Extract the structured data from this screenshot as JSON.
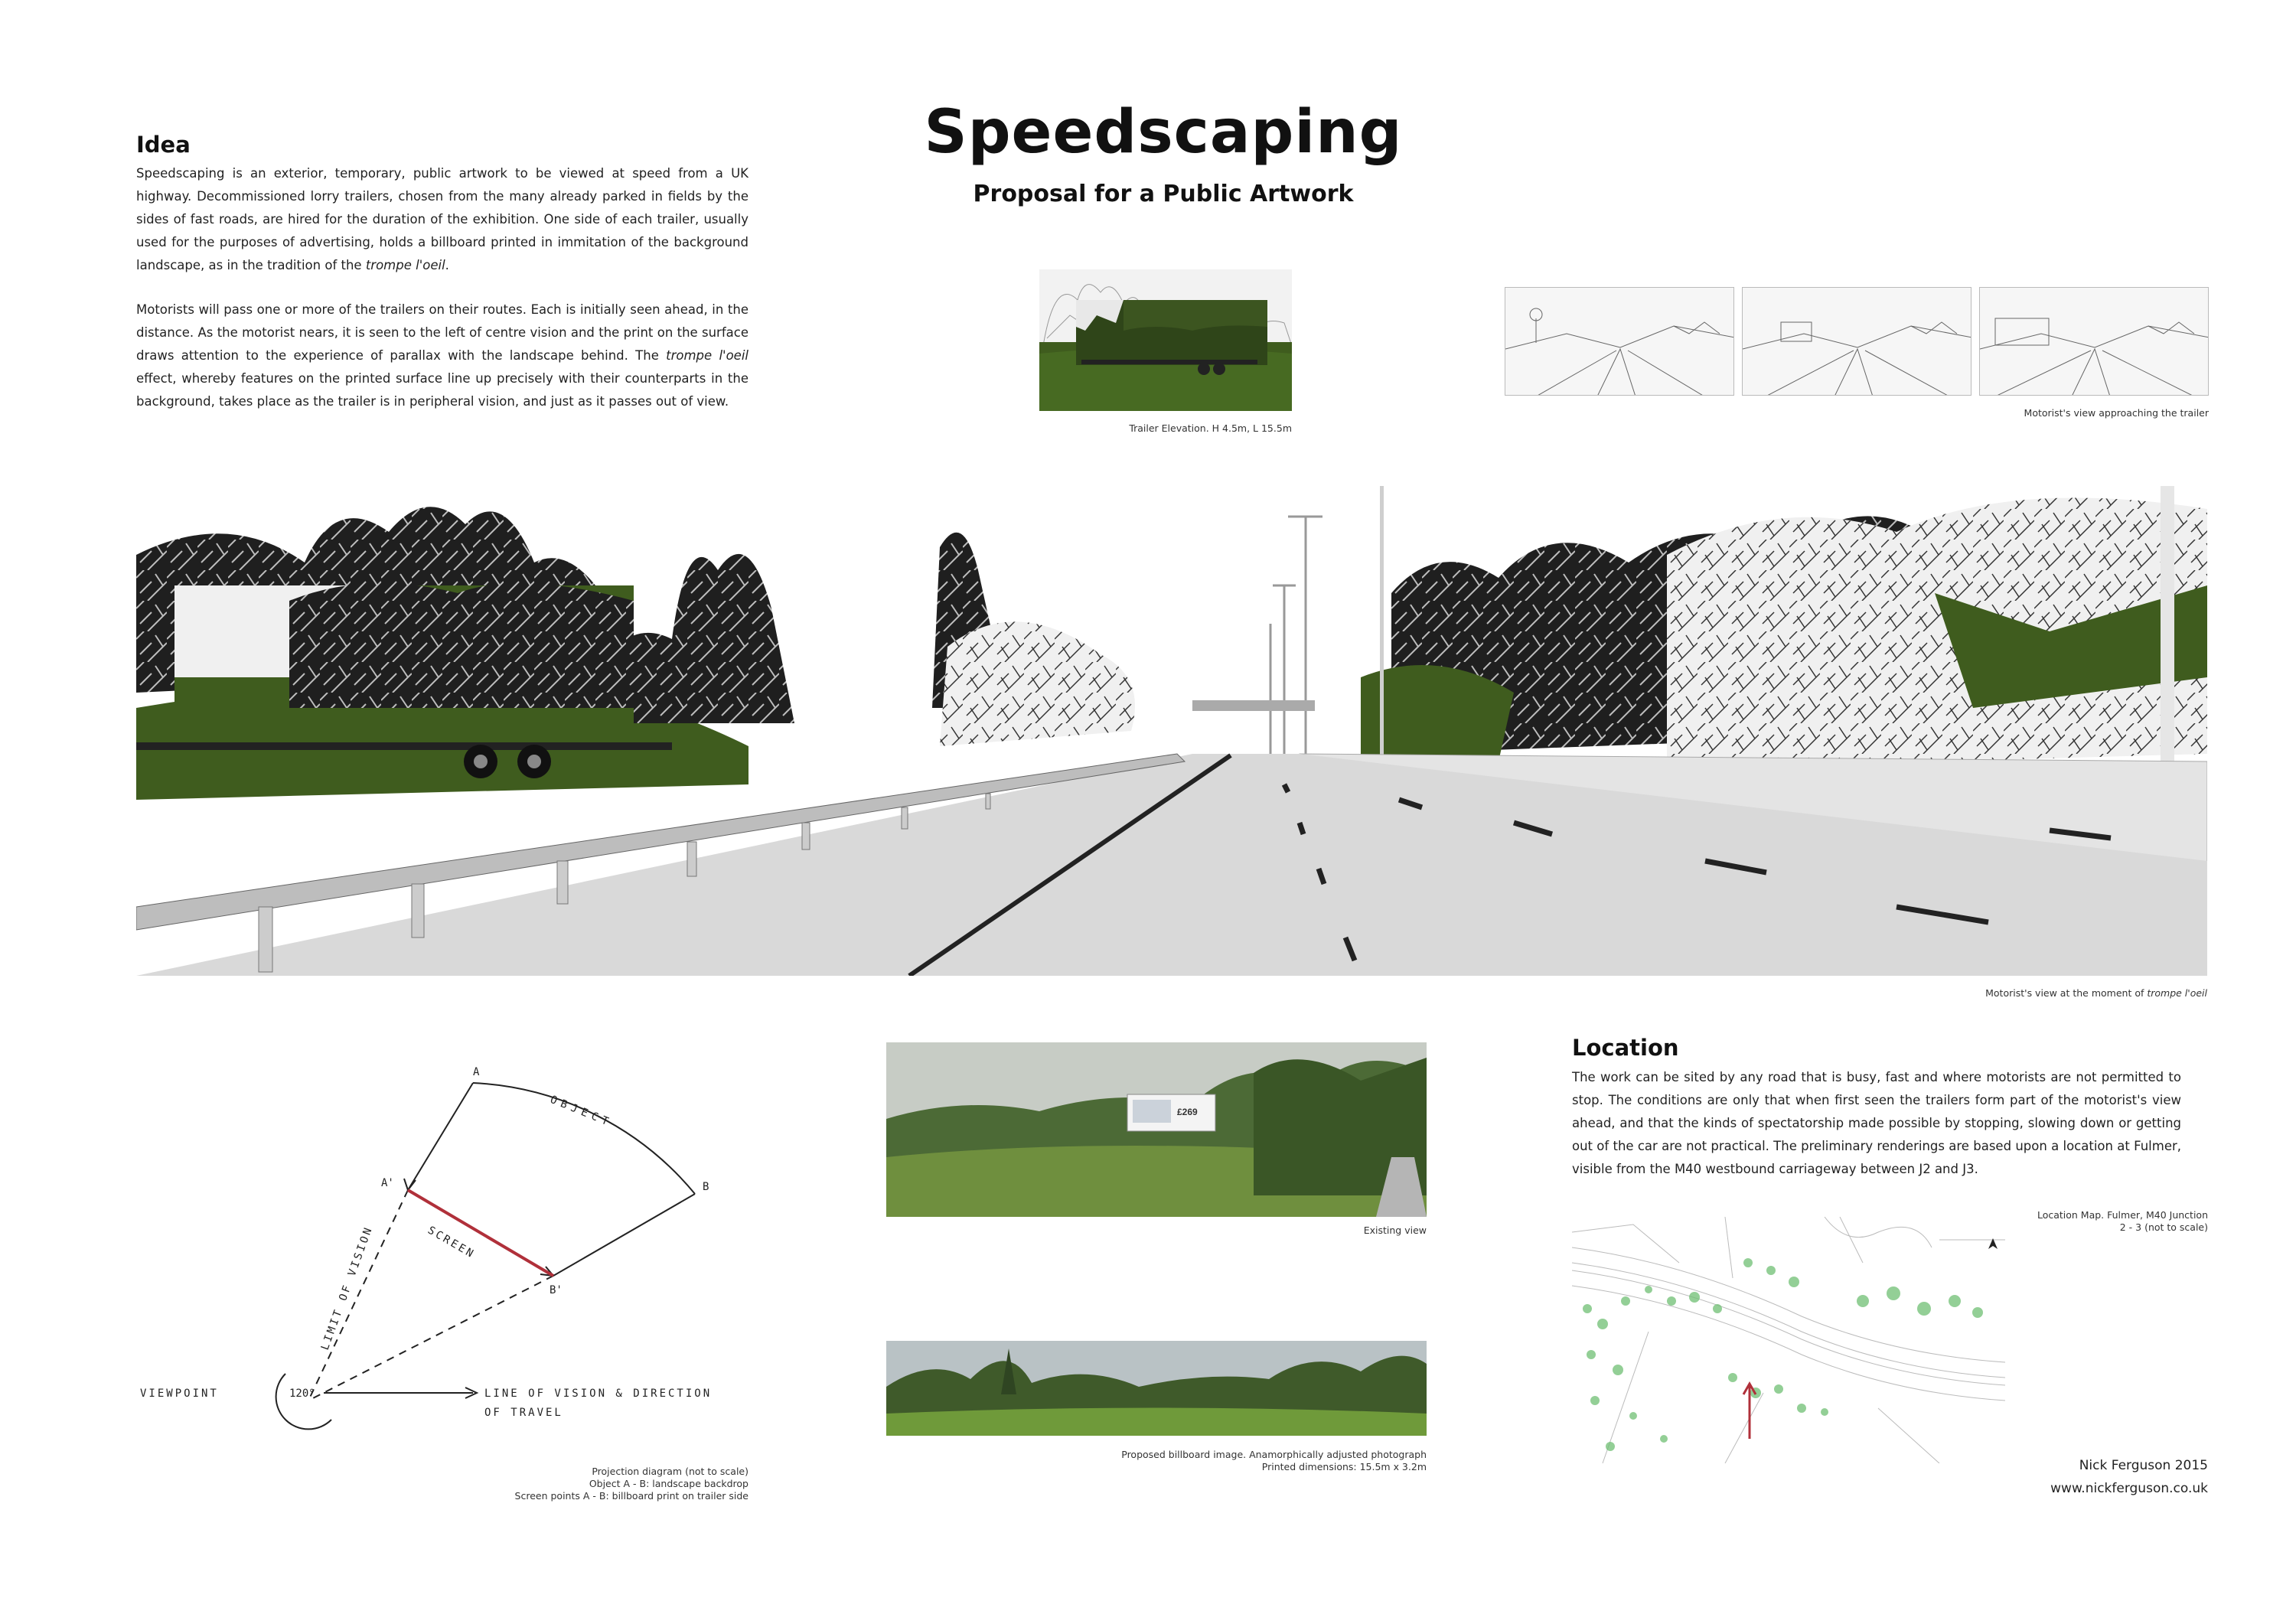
{
  "header": {
    "title": "Speedscaping",
    "subtitle": "Proposal for a Public Artwork"
  },
  "idea": {
    "heading": "Idea",
    "paragraph1_a": "Speedscaping is an exterior, temporary, public artwork to be viewed at speed from a UK highway. Decommissioned lorry trailers, chosen from the many already parked in fields by the sides of fast roads, are hired for the duration of the exhibition. One side of each trailer, usually used for the purposes of advertising, holds a billboard printed in immitation of the background landscape, as in the tradition of the ",
    "paragraph1_em": "trompe l'oeil",
    "paragraph1_b": ".",
    "paragraph2_a": "Motorists will pass one or more of the trailers on their routes. Each is initially seen ahead, in the distance. As the motorist nears, it is seen to the left of centre vision and the print on the surface draws attention to the experience of parallax with the landscape behind. The ",
    "paragraph2_em": "trompe l'oeil",
    "paragraph2_b": " effect, whereby features on the printed surface line up precisely with their counterparts in the background, takes place as the trailer is in peripheral vision, and just as it passes out of view."
  },
  "figures": {
    "trailer_caption": "Trailer Elevation. H 4.5m, L 15.5m",
    "approach_caption": "Motorist's view approaching the trailer",
    "main_caption_a": "Motorist's view at the moment of ",
    "main_caption_em": "trompe l'oeil",
    "existing_caption": "Existing view",
    "billboard_caption_1": "Proposed billboard image. Anamorphically adjusted photograph",
    "billboard_caption_2": "Printed dimensions: 15.5m x 3.2m",
    "projection_caption_1": "Projection diagram (not to scale)",
    "projection_caption_2": "Object A - B: landscape backdrop",
    "projection_caption_3": "Screen points A - B: billboard print on trailer side",
    "map_caption_1": "Location Map. Fulmer, M40 Junction",
    "map_caption_2": "2 - 3 (not to scale)"
  },
  "diagram": {
    "label_a": "A",
    "label_b": "B",
    "label_a_prime": "A'",
    "label_b_prime": "B'",
    "label_object": "OBJECT",
    "label_screen": "SCREEN",
    "label_limit": "LIMIT OF VISION",
    "label_viewpoint": "VIEWPOINT",
    "label_angle": "120°",
    "label_line_1": "LINE OF VISION & DIRECTION",
    "label_line_2": "OF TRAVEL"
  },
  "billboard_ad_text": "£269",
  "location": {
    "heading": "Location",
    "paragraph": "The work can be sited by any road that is busy, fast and where motorists are not permitted to stop. The conditions are only that when first seen the trailers form part of the motorist's view ahead, and that the kinds of spectatorship made possible by stopping, slowing down or getting out of the car are not practical. The preliminary renderings are based upon a location at Fulmer, visible from the M40 westbound carriageway between J2 and J3."
  },
  "footer": {
    "author": "Nick Ferguson 2015",
    "website": "www.nickferguson.co.uk"
  },
  "colors": {
    "grass": "#3f5c1e",
    "road": "#d9d9d9",
    "map_green": "#6fbf73",
    "diagram_red": "#b0303a"
  }
}
